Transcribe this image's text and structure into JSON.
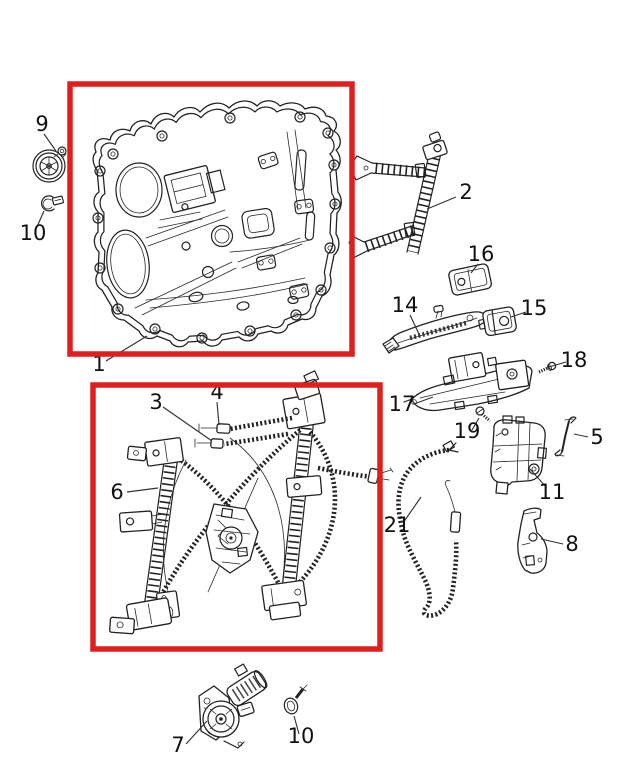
{
  "diagram": {
    "background": "#ffffff",
    "line_color": "#222222",
    "label_color": "#111111",
    "highlight_color": "#e01e1e",
    "callouts": {
      "p1": "1",
      "p2": "2",
      "p3": "3",
      "p4": "4",
      "p5": "5",
      "p6": "6",
      "p7": "7",
      "p8": "8",
      "p9": "9",
      "p10a": "10",
      "p10b": "10",
      "p11": "11",
      "p14": "14",
      "p15": "15",
      "p16": "16",
      "p17": "17",
      "p18": "18",
      "p19": "19",
      "p21": "21"
    }
  }
}
